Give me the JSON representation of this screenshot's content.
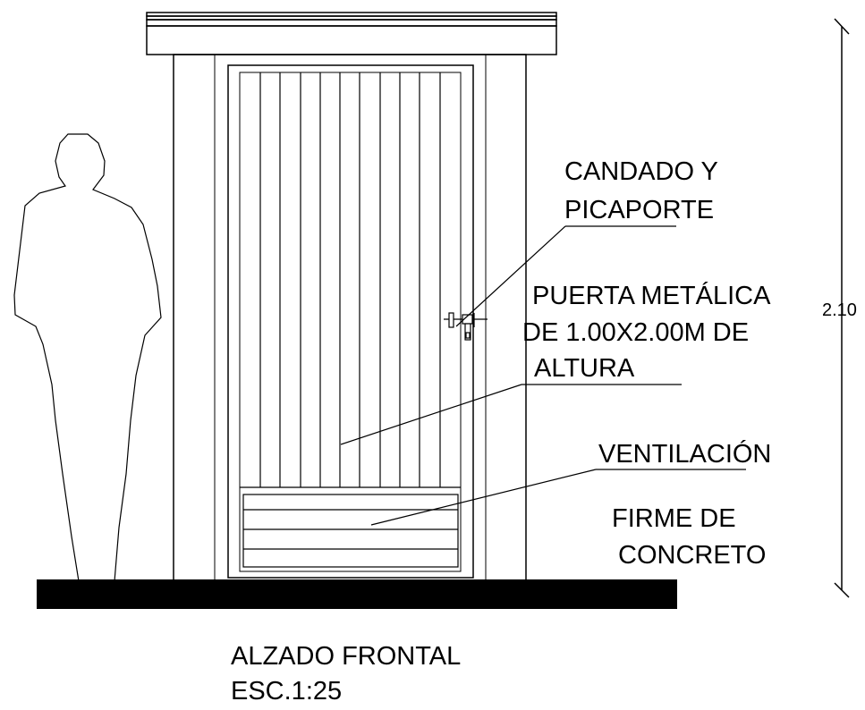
{
  "labels": {
    "lock_line1": "CANDADO Y",
    "lock_line2": "PICAPORTE",
    "door_line1": "PUERTA METÁLICA",
    "door_line2": "DE 1.00X2.00M DE",
    "door_line3": "ALTURA",
    "ventilation": "VENTILACIÓN",
    "floor_line1": "FIRME DE",
    "floor_line2": "CONCRETO"
  },
  "dimension": {
    "height": "2.10"
  },
  "title": {
    "line1": "ALZADO FRONTAL",
    "line2": "ESC.1:25"
  }
}
